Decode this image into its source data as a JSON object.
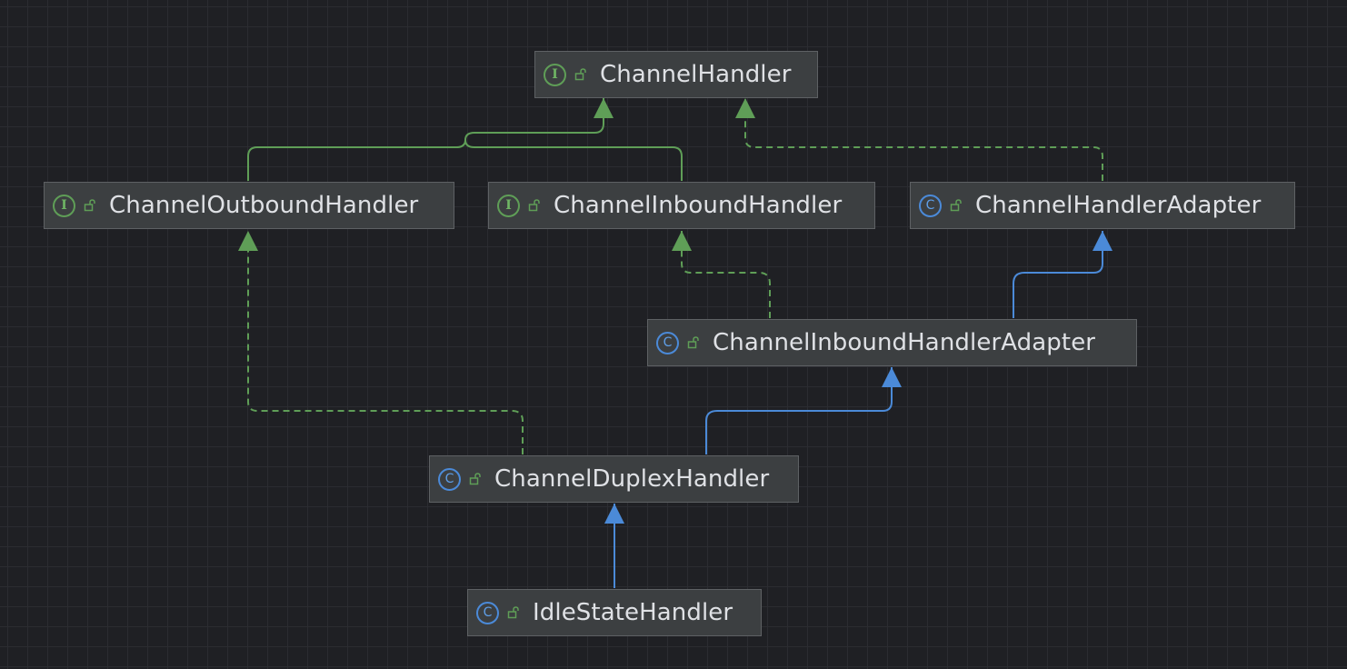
{
  "nodes": {
    "channel_handler": {
      "label": "ChannelHandler",
      "kind": "I",
      "icon": "interface-icon"
    },
    "channel_outbound_handler": {
      "label": "ChannelOutboundHandler",
      "kind": "I",
      "icon": "interface-icon"
    },
    "channel_inbound_handler": {
      "label": "ChannelInboundHandler",
      "kind": "I",
      "icon": "interface-icon"
    },
    "channel_handler_adapter": {
      "label": "ChannelHandlerAdapter",
      "kind": "C",
      "icon": "class-icon"
    },
    "channel_inbound_handler_adapter": {
      "label": "ChannelInboundHandlerAdapter",
      "kind": "C",
      "icon": "class-icon"
    },
    "channel_duplex_handler": {
      "label": "ChannelDuplexHandler",
      "kind": "C",
      "icon": "class-icon"
    },
    "idle_state_handler": {
      "label": "IdleStateHandler",
      "kind": "C",
      "icon": "class-icon"
    }
  },
  "relations": [
    {
      "from": "ChannelOutboundHandler",
      "to": "ChannelHandler",
      "type": "extends"
    },
    {
      "from": "ChannelInboundHandler",
      "to": "ChannelHandler",
      "type": "extends"
    },
    {
      "from": "ChannelHandlerAdapter",
      "to": "ChannelHandler",
      "type": "implements"
    },
    {
      "from": "ChannelInboundHandlerAdapter",
      "to": "ChannelInboundHandler",
      "type": "implements"
    },
    {
      "from": "ChannelInboundHandlerAdapter",
      "to": "ChannelHandlerAdapter",
      "type": "extends"
    },
    {
      "from": "ChannelDuplexHandler",
      "to": "ChannelOutboundHandler",
      "type": "implements"
    },
    {
      "from": "ChannelDuplexHandler",
      "to": "ChannelInboundHandlerAdapter",
      "type": "extends"
    },
    {
      "from": "IdleStateHandler",
      "to": "ChannelDuplexHandler",
      "type": "extends"
    }
  ],
  "colors": {
    "background": "#1f2024",
    "grid": "#2b2c31",
    "node_fill": "#3c3f41",
    "node_border": "#5e6164",
    "label_text": "#dfe1e5",
    "interface_edge": "#5f9e57",
    "class_edge": "#4b8ad8"
  }
}
